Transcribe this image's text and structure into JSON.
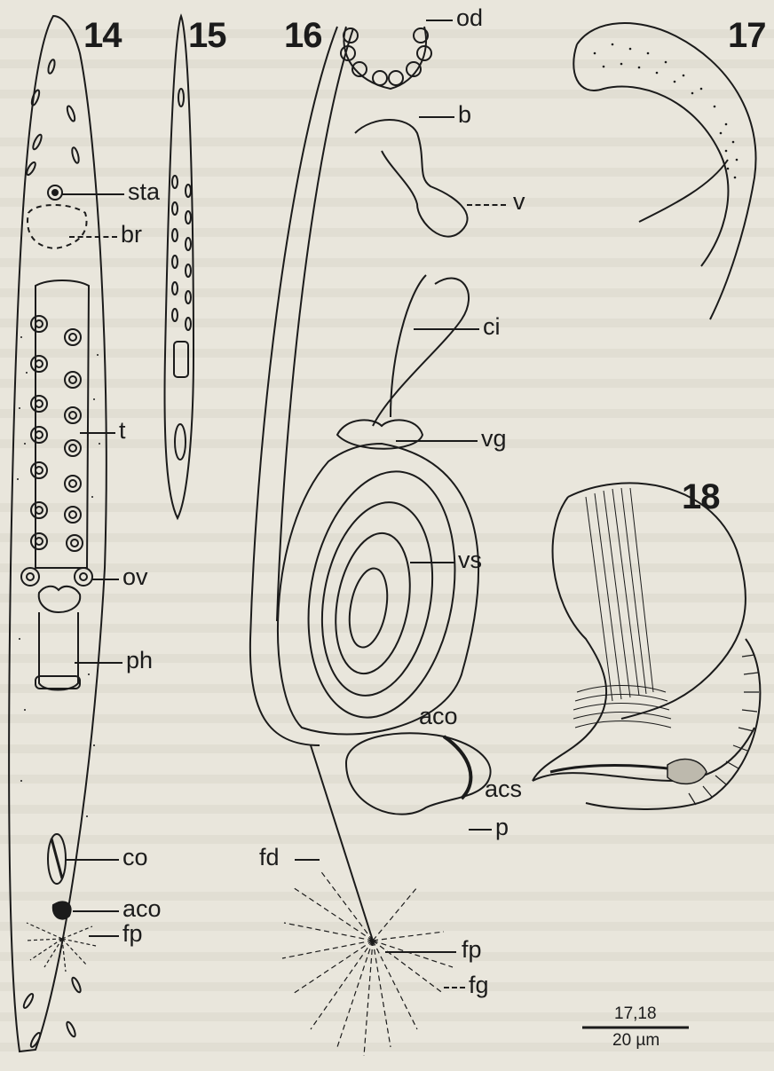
{
  "figures": {
    "f14": "14",
    "f15": "15",
    "f16": "16",
    "f17": "17",
    "f18": "18"
  },
  "labels": {
    "sta": "sta",
    "br": "br",
    "t": "t",
    "ov": "ov",
    "ph": "ph",
    "co": "co",
    "aco14": "aco",
    "fp14": "fp",
    "od": "od",
    "b": "b",
    "v": "v",
    "ci": "ci",
    "vg": "vg",
    "vs": "vs",
    "aco16": "aco",
    "acs": "acs",
    "p": "p",
    "fd": "fd",
    "fp16": "fp",
    "fg": "fg"
  },
  "scale_bar": {
    "figures": "17,18",
    "length": "20 µm"
  },
  "colors": {
    "ink": "#1b1b1b",
    "paper": "#e9e6dc",
    "text_ghost": "#d9d5ca"
  }
}
